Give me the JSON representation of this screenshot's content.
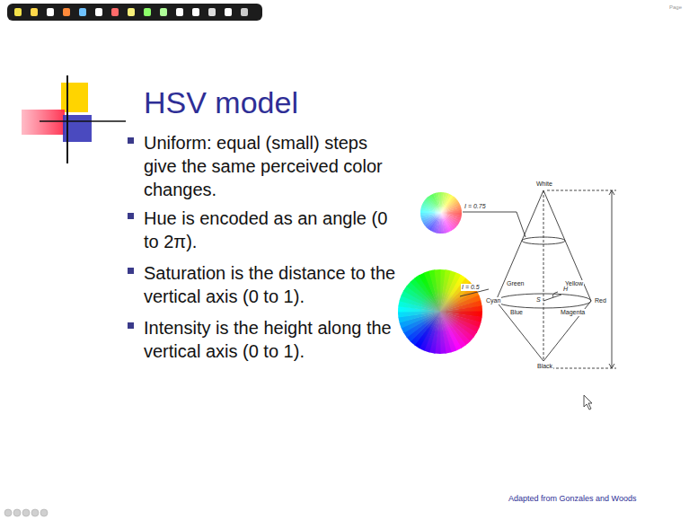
{
  "diagram": {
    "title": "HSV model",
    "labels": [
      "Page",
      "Uniform: equal (small) steps give the same perceived color changes.",
      "Hue is encoded as an angle (0 to 2π).",
      "Saturation is the distance to the vertical axis (0 to 1).",
      "Intensity is the height along the vertical axis (0 to 1).",
      "White",
      "I = 0.75",
      "Green",
      "Yellow",
      "I = 0.5",
      "Cyan",
      "H",
      "Red",
      "S",
      "Blue",
      "Magenta",
      "Black",
      "Adapted from Gonzales and Woods"
    ]
  }
}
